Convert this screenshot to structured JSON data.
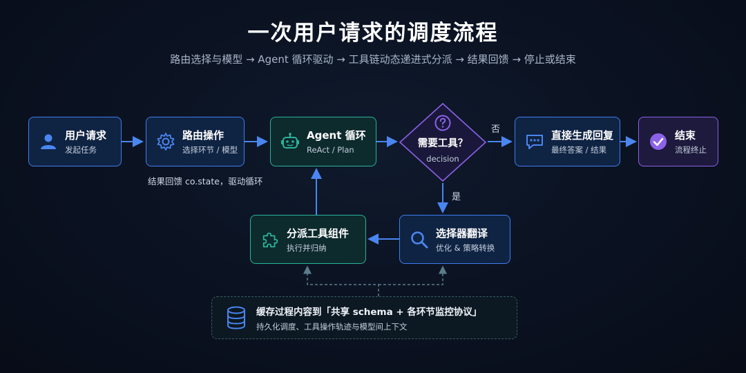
{
  "title": "一次用户请求的调度流程",
  "subtitle": "路由选择与模型 → Agent 循环驱动 → 工具链动态递进式分派 → 结果回馈 → 停止或结束",
  "nodes": {
    "user_request": {
      "label": "用户请求",
      "sub": "发起任务",
      "icon": "user-icon"
    },
    "routing": {
      "label": "路由操作",
      "sub": "选择环节 / 模型",
      "icon": "gear-icon"
    },
    "agent": {
      "label": "Agent 循环",
      "sub": "ReAct / Plan",
      "icon": "robot-icon"
    },
    "decision": {
      "label": "需要工具？",
      "sub": "decision",
      "icon": "question-icon"
    },
    "direct_reply": {
      "label": "直接生成回复",
      "sub": "最终答案 / 结果",
      "icon": "chat-icon"
    },
    "end": {
      "label": "结束",
      "sub": "流程终止",
      "icon": "check-icon"
    },
    "selector": {
      "label": "选择器翻译",
      "sub": "优化 & 策略转换",
      "icon": "search-icon"
    },
    "dispatch": {
      "label": "分派工具组件",
      "sub": "执行并归纳",
      "icon": "puzzle-icon"
    }
  },
  "edge_labels": {
    "no": "否",
    "yes": "是"
  },
  "feedback_note": "结果回馈 co.state，驱动循环",
  "cache": {
    "label": "缓存过程内容到「共享 schema + 各环节监控协议」",
    "sub": "持久化调度、工具操作轨迹与模型间上下文",
    "icon": "database-icon"
  },
  "colors": {
    "blue": "#3f7ef0",
    "teal": "#2bb39a",
    "purple": "#8c62e8"
  }
}
